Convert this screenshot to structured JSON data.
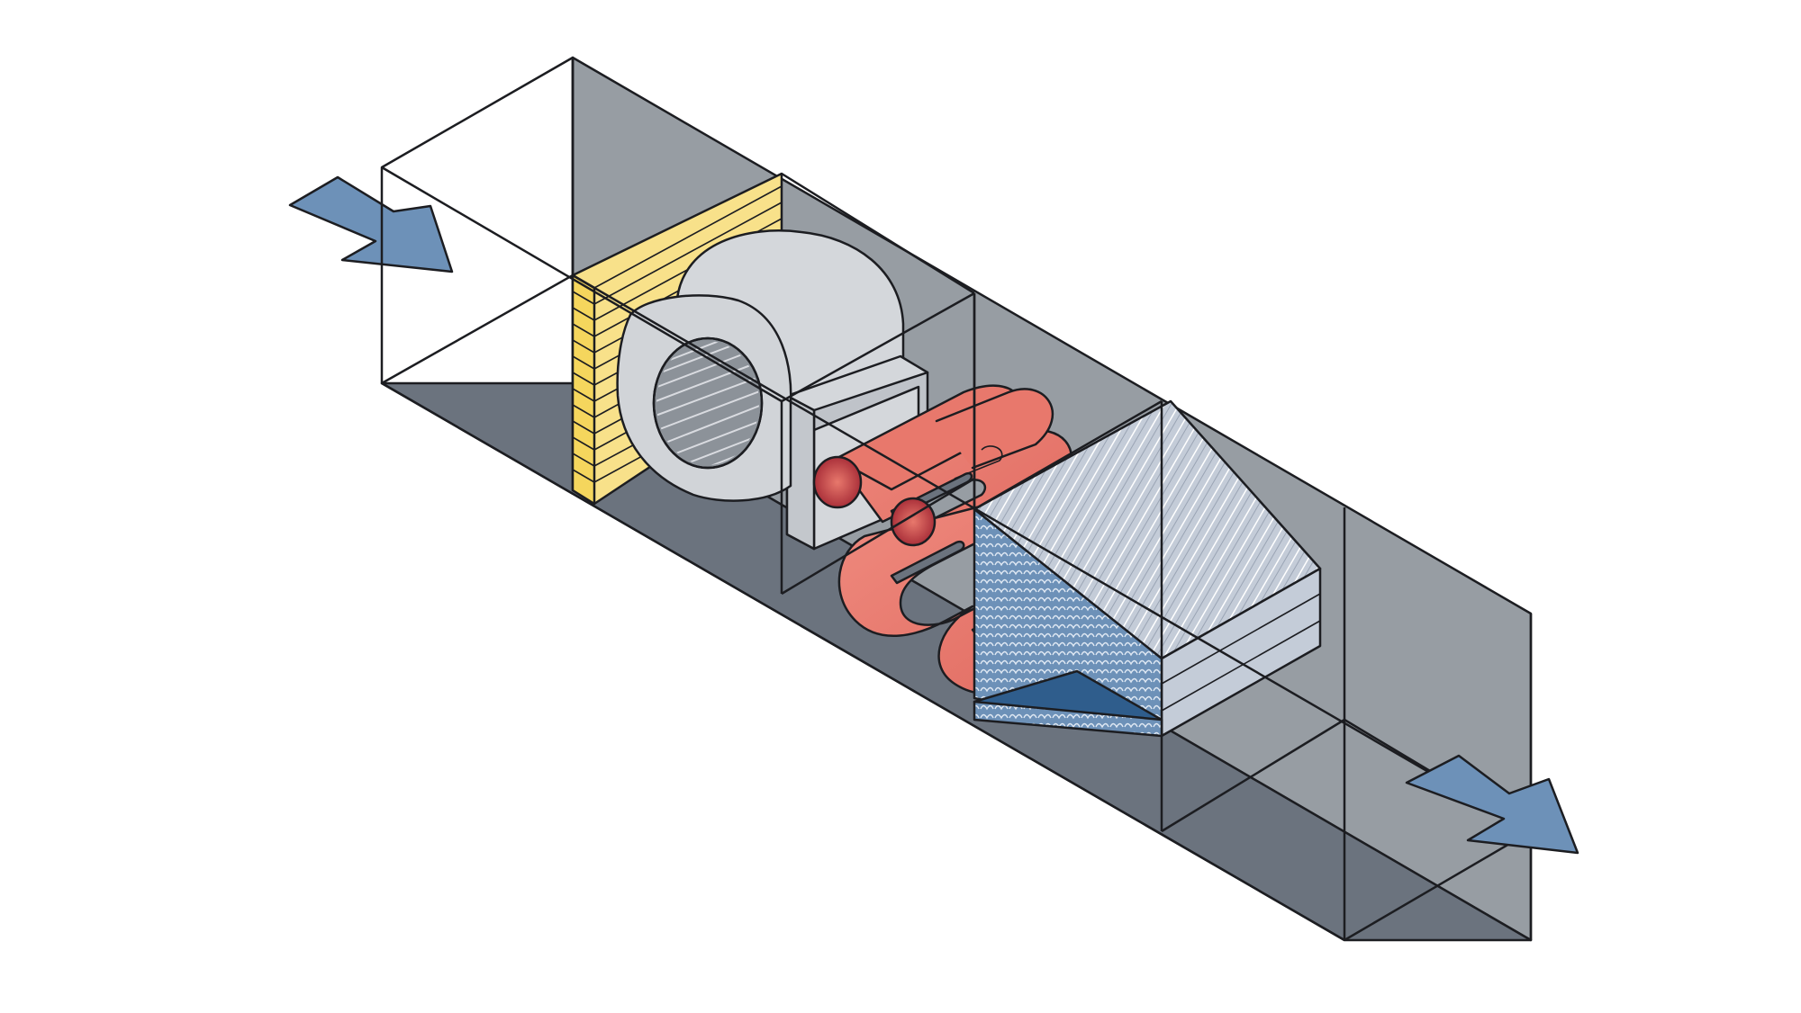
{
  "colors": {
    "background": "#ffffff",
    "outline": "#1c1d21",
    "duct_back_wall": "#979da3",
    "duct_floor": "#6b737e",
    "filter": "#f8e18a",
    "filter_slats": "#f5d65d",
    "fan_body": "#d4d7db",
    "fan_inlet": "#8c9299",
    "heating_coil": "#e8786c",
    "heating_coil_shade": "#b8323a",
    "cooling_coil": "#c4ccd8",
    "cooling_coil_fins": "#aeb7c6",
    "drain_pan": "#2f5d8c",
    "airflow_arrow": "#6d91b8"
  },
  "components": [
    {
      "id": "air-inlet-arrow",
      "icon": "arrow-icon"
    },
    {
      "id": "air-filter",
      "icon": "filter-icon"
    },
    {
      "id": "supply-fan",
      "icon": "fan-icon"
    },
    {
      "id": "heating-coil",
      "icon": "coil-icon"
    },
    {
      "id": "cooling-coil",
      "icon": "coil-icon"
    },
    {
      "id": "air-outlet-arrow",
      "icon": "arrow-icon"
    }
  ]
}
